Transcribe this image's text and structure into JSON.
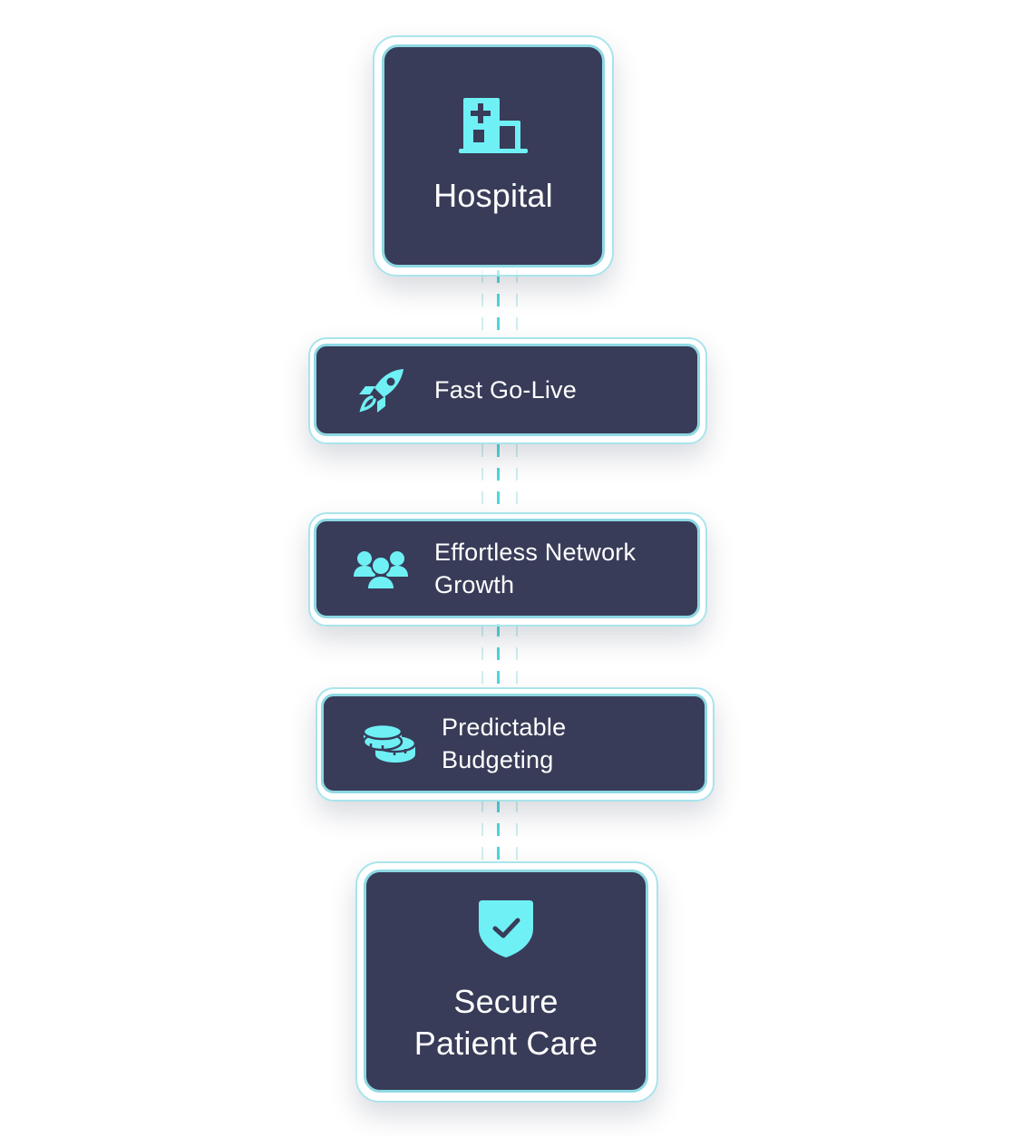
{
  "colors": {
    "card_background": "#383c58",
    "accent": "#6ff0f5",
    "card_border": "#8ed8e2",
    "frame_border": "#a9e4ec",
    "connector": "#4fd6dc",
    "text": "#ffffff"
  },
  "nodes": {
    "hospital": {
      "icon": "hospital-icon",
      "label": "Hospital"
    },
    "fast_go_live": {
      "icon": "rocket-icon",
      "label": "Fast Go-Live"
    },
    "network_growth": {
      "icon": "people-group-icon",
      "lines": [
        "Effortless Network",
        "Growth"
      ]
    },
    "budgeting": {
      "icon": "coins-icon",
      "lines": [
        "Predictable",
        "Budgeting"
      ]
    },
    "secure_care": {
      "icon": "shield-check-icon",
      "lines": [
        "Secure",
        "Patient Care"
      ]
    }
  }
}
